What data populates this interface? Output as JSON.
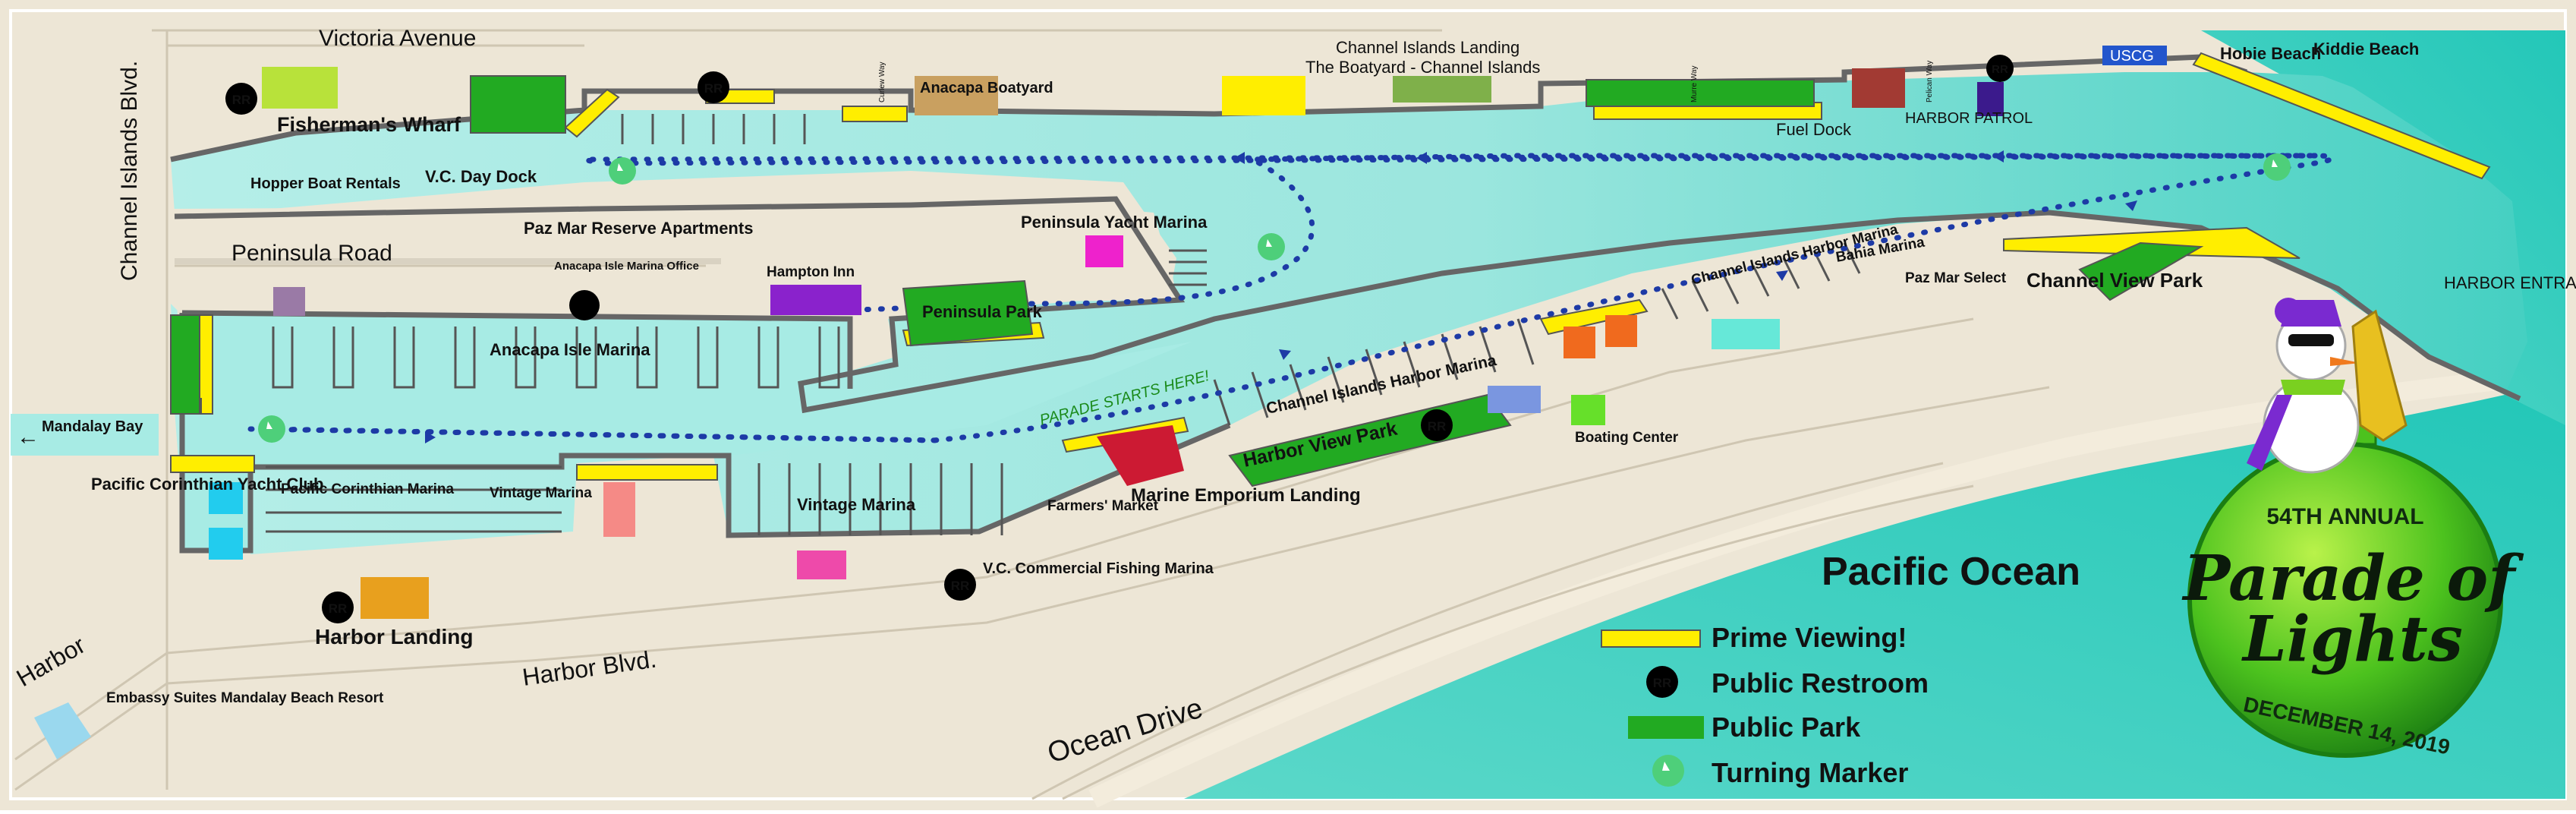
{
  "title": {
    "edition": "54TH ANNUAL",
    "line1": "Parade of",
    "line2": "Lights",
    "date": "DECEMBER 14, 2019"
  },
  "legend": [
    {
      "label": "Prime Viewing!",
      "symbol": "prime-viewing",
      "color": "#ffee00"
    },
    {
      "label": "Public Restroom",
      "symbol": "restroom",
      "color": "#000000"
    },
    {
      "label": "Public Park",
      "symbol": "park",
      "color": "#22aa22"
    },
    {
      "label": "Turning Marker",
      "symbol": "turning-marker",
      "color": "#4ecf7a"
    }
  ],
  "restroom_badge": "RR",
  "roads": {
    "victoria": "Victoria Avenue",
    "channel_islands_blvd": "Channel Islands Blvd.",
    "peninsula_road": "Peninsula Road",
    "harbor_blvd": "Harbor Blvd.",
    "ocean_drive": "Ocean Drive",
    "harbor": "Harbor",
    "mandalay_bay": "Mandalay Bay",
    "curlew_way": "Curlew Way",
    "murre_way": "Murre Way",
    "pelican_way": "Pelican Way"
  },
  "water": {
    "pacific_ocean": "Pacific Ocean",
    "harbor_entrance": "HARBOR ENTRANCE",
    "parade_start": "PARADE STARTS HERE!"
  },
  "places": {
    "fishermans_wharf": "Fisherman's Wharf",
    "hopper_boat_rentals": "Hopper Boat Rentals",
    "vc_day_dock": "V.C. Day Dock",
    "anacapa_boatyard": "Anacapa Boatyard",
    "channel_islands_landing": "Channel Islands Landing",
    "boatyard_ci": "The Boatyard - Channel Islands",
    "fuel_dock": "Fuel Dock",
    "harbor_patrol": "HARBOR PATROL",
    "uscg": "USCG",
    "hobie_beach": "Hobie Beach",
    "kiddie_beach": "Kiddie Beach",
    "paz_mar_reserve": "Paz Mar Reserve Apartments",
    "peninsula_yacht_marina": "Peninsula Yacht Marina",
    "anacapa_isle_office": "Anacapa Isle Marina Office",
    "hampton_inn": "Hampton Inn",
    "peninsula_park": "Peninsula Park",
    "anacapa_isle_marina": "Anacapa Isle Marina",
    "channel_islands_harbor_marina_a": "Channel Islands Harbor Marina",
    "channel_islands_harbor_marina_b": "Channel Islands Harbor Marina",
    "bahia_marina": "Bahia Marina",
    "paz_mar_select": "Paz Mar Select",
    "channel_view_park": "Channel View Park",
    "harbor_view_park": "Harbor View Park",
    "boating_center": "Boating Center",
    "pacific_corinthian_yc": "Pacific Corinthian Yacht Club",
    "pacific_corinthian_marina": "Pacific Corinthian Marina",
    "vintage_marina_a": "Vintage Marina",
    "vintage_marina_b": "Vintage Marina",
    "farmers_market": "Farmers' Market",
    "marine_emporium": "Marine Emporium Landing",
    "vc_commercial": "V.C. Commercial Fishing Marina",
    "harbor_landing": "Harbor Landing",
    "embassy_suites": "Embassy Suites Mandalay Beach Resort"
  },
  "colors": {
    "water": "#a7ebe4",
    "ocean": "#3ed1c2",
    "land": "#ede6d6",
    "prime": "#ffee00",
    "park": "#22aa22",
    "route": "#1d3aa6",
    "marker": "#4ecf7a"
  }
}
